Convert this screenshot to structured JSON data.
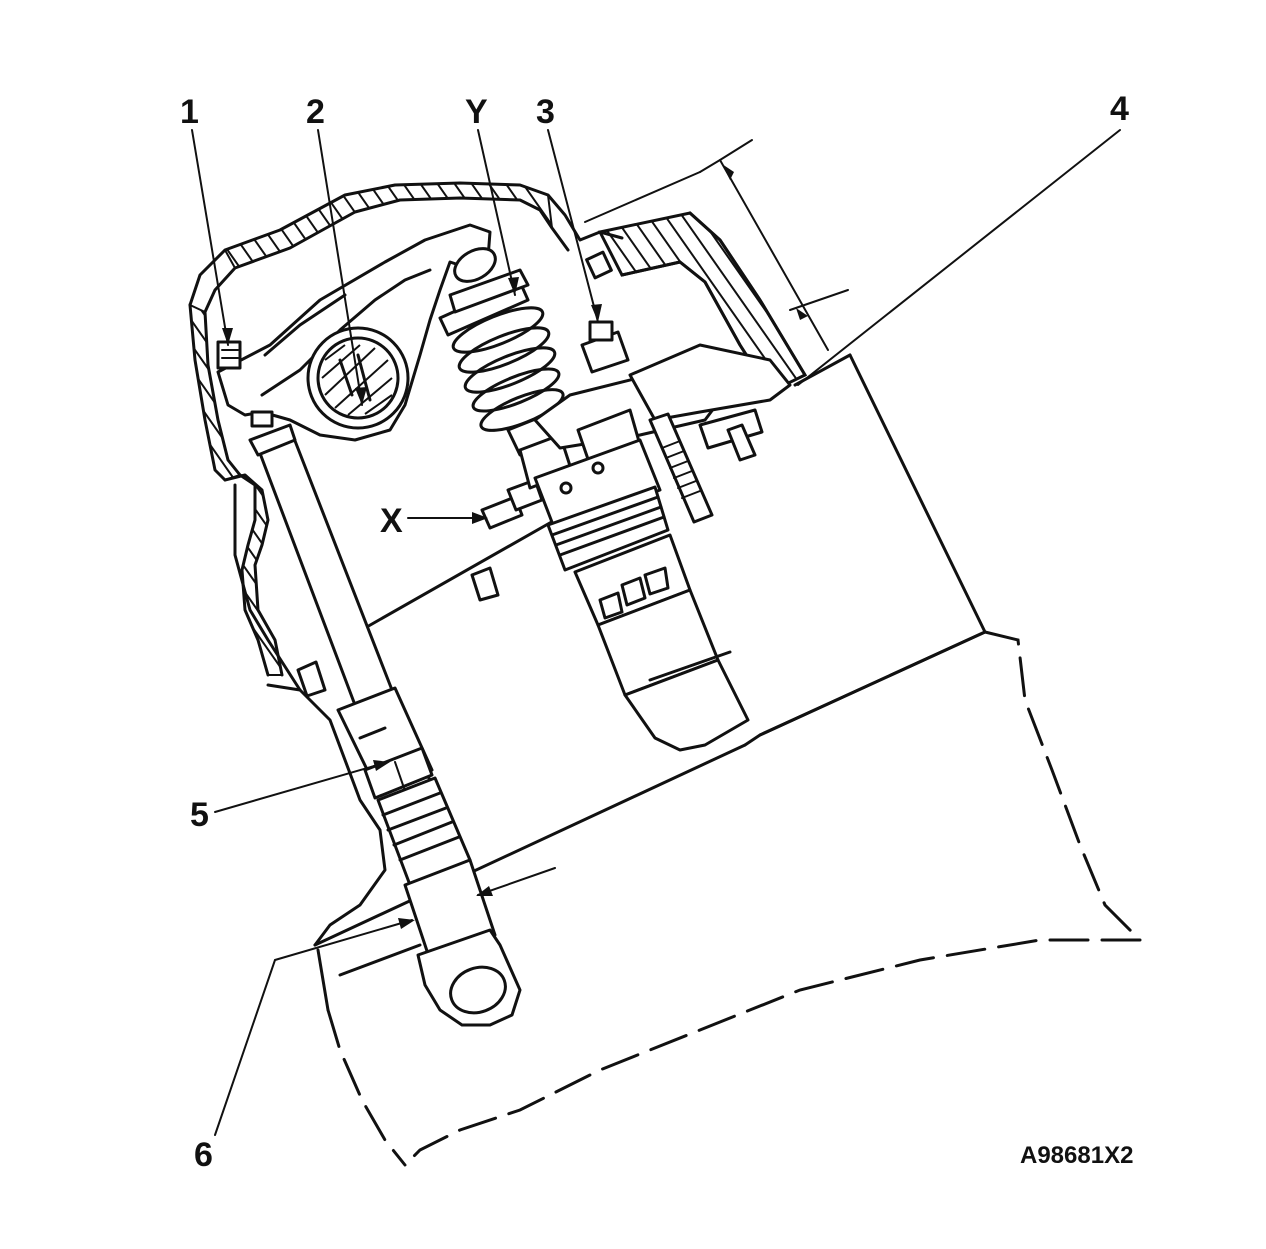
{
  "callouts": {
    "c1": "1",
    "c2": "2",
    "cY": "Y",
    "c3": "3",
    "c4": "4",
    "cX": "X",
    "c5": "5",
    "c6": "6"
  },
  "figure_id": "A98681X2"
}
